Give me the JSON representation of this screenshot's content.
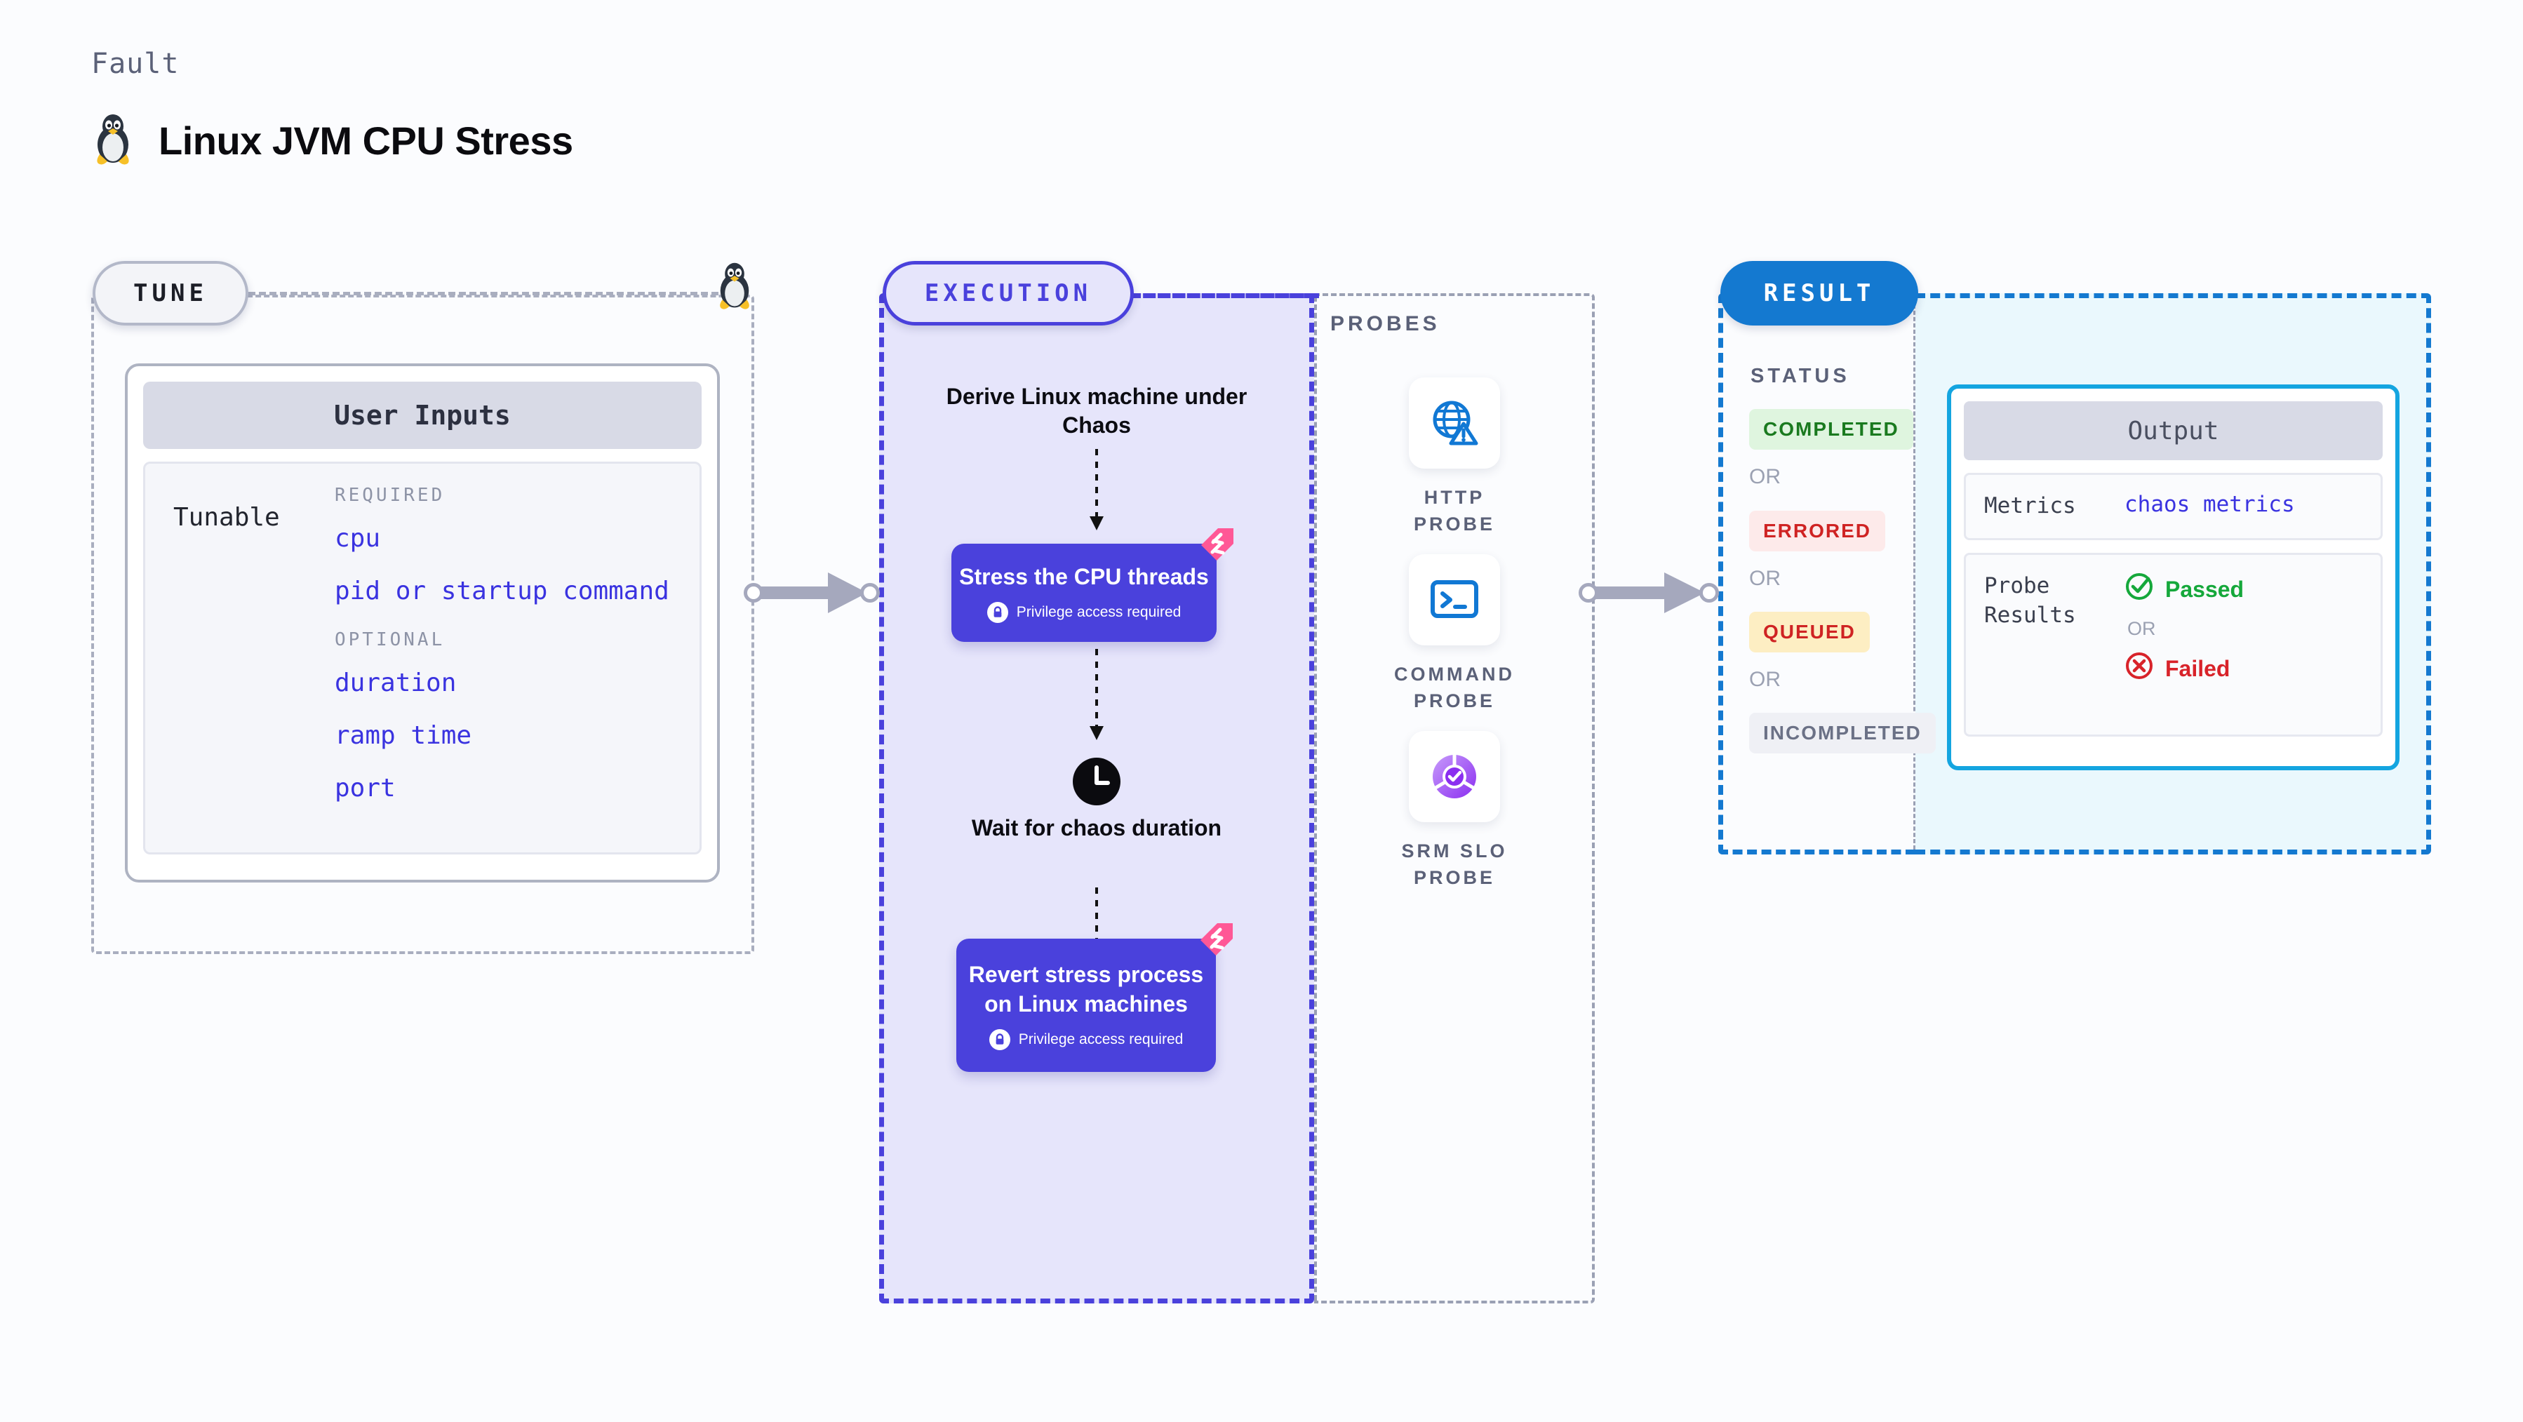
{
  "header": {
    "eyebrow": "Fault",
    "title": "Linux JVM CPU Stress",
    "tux_icon": "linux-penguin-icon"
  },
  "tune": {
    "pill_label": "TUNE",
    "card_title": "User Inputs",
    "tunable_label": "Tunable",
    "groups": [
      {
        "title": "REQUIRED",
        "items": [
          "cpu",
          "pid or startup command"
        ]
      },
      {
        "title": "OPTIONAL",
        "items": [
          "duration",
          "ramp time",
          "port"
        ]
      }
    ]
  },
  "execution": {
    "pill_label": "EXECUTION",
    "derive_step": "Derive Linux machine\nunder Chaos",
    "steps": [
      {
        "title": "Stress the CPU threads",
        "privilege": "Privilege access required",
        "badge": "harness-logo-icon"
      },
      {
        "title": "Revert stress process on Linux machines",
        "privilege": "Privilege access required",
        "badge": "harness-logo-icon"
      }
    ],
    "wait_step": {
      "label": "Wait for chaos duration",
      "icon": "clock-icon"
    }
  },
  "probes": {
    "caption": "PROBES",
    "items": [
      {
        "label": "HTTP PROBE",
        "icon": "globe-warning-icon"
      },
      {
        "label": "COMMAND PROBE",
        "icon": "terminal-icon"
      },
      {
        "label": "SRM SLO PROBE",
        "icon": "slo-donut-check-icon"
      }
    ]
  },
  "result": {
    "pill_label": "RESULT",
    "status_caption": "STATUS",
    "or_label": "OR",
    "statuses": [
      {
        "label": "COMPLETED",
        "bg": "#dff5df",
        "fg": "#1a7a1f"
      },
      {
        "label": "ERRORED",
        "bg": "#fdeaea",
        "fg": "#cf2323"
      },
      {
        "label": "QUEUED",
        "bg": "#fdeec3",
        "fg": "#cf2323"
      },
      {
        "label": "INCOMPLETED",
        "bg": "#eff0f5",
        "fg": "#6b7186"
      }
    ]
  },
  "output": {
    "title": "Output",
    "rows": [
      {
        "key": "Metrics",
        "value": "chaos metrics"
      },
      {
        "key": "Probe Results",
        "passed": "Passed",
        "or": "OR",
        "failed": "Failed"
      }
    ]
  },
  "colors": {
    "execution_accent": "#4a41dc",
    "result_accent": "#1479d0",
    "output_accent": "#14a5e0",
    "tune_accent": "#a9aebf",
    "harness_pink": "#ff5896",
    "tunable_value": "#3a33e0"
  }
}
